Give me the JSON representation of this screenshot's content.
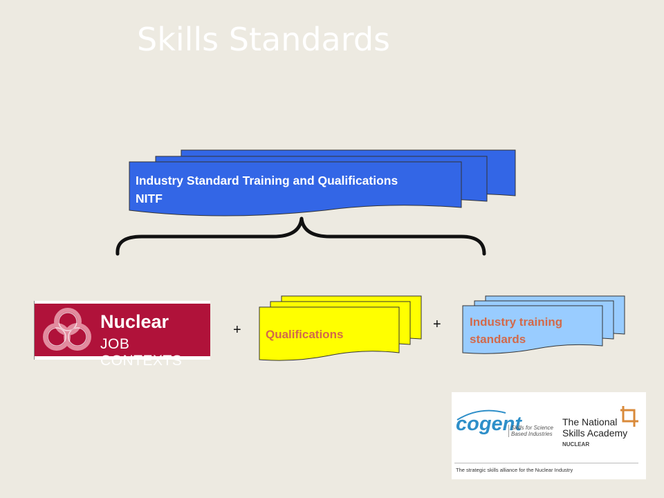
{
  "title": "Skills Standards",
  "top_doc": {
    "line1": "Industry Standard Training and Qualifications",
    "line2": "NITF",
    "color": "#3366E6"
  },
  "qualifications_doc": {
    "label": "Qualifications",
    "color": "#FFFF00"
  },
  "training_doc": {
    "label": "Industry training standards",
    "color": "#99CCFF"
  },
  "plus_signs": [
    "+",
    "+"
  ],
  "nuclear_logo": {
    "line1": "Nuclear",
    "line2": "JOB CONTEXTS",
    "color": "#B0123A"
  },
  "cogent_logo": {
    "brand": "cogent",
    "tagline": "Skills for Science Based Industries",
    "academy": "The National Skills Academy",
    "academy_sub": "NUCLEAR",
    "footer": "The strategic skills alliance for the Nuclear Industry"
  }
}
